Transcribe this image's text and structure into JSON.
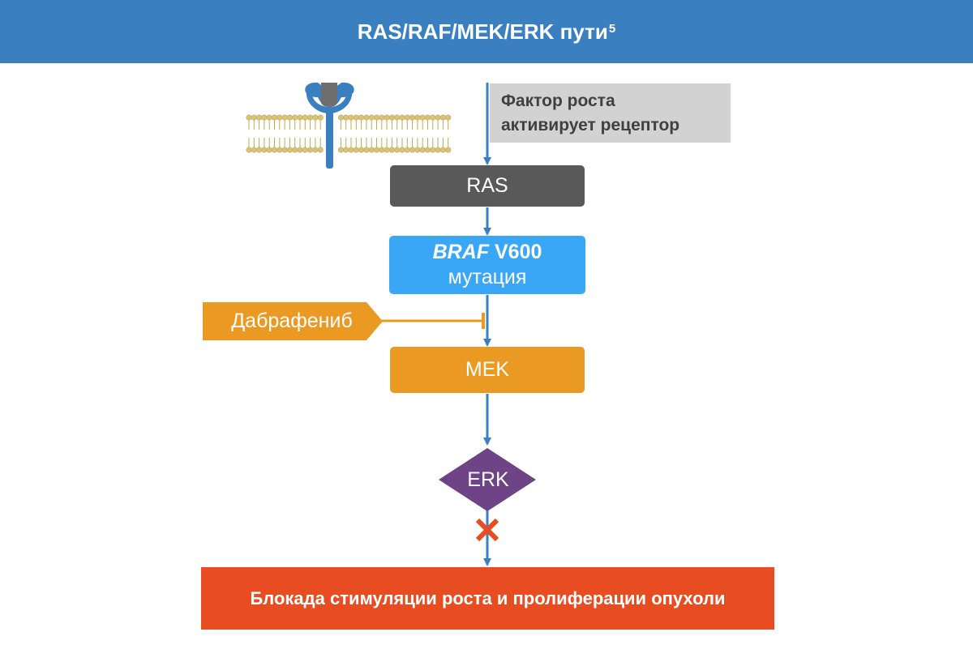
{
  "header": {
    "title": "RAS/RAF/MEK/ERK пути",
    "title_sup": "5"
  },
  "factor": {
    "line1": "Фактор роста",
    "line2": "активирует рецептор"
  },
  "nodes": {
    "ras": "RAS",
    "braf_gene": "BRAF",
    "braf_variant": "V600",
    "braf_line2": "мутация",
    "mek": "MEK",
    "erk": "ERK"
  },
  "inhibitor": {
    "label": "Дабрафениб"
  },
  "outcome": {
    "label": "Блокада стимуляции роста и пролиферации опухоли"
  },
  "colors": {
    "header": "#3a80c1",
    "ras": "#595959",
    "braf": "#3aa6f6",
    "mek": "#ea9a22",
    "erk": "#6e4487",
    "inhibitor": "#ea9a22",
    "outcome": "#e84d22",
    "arrow": "#3a7fc6",
    "block_cross": "#e84d22",
    "membrane": "#d9c37a"
  }
}
